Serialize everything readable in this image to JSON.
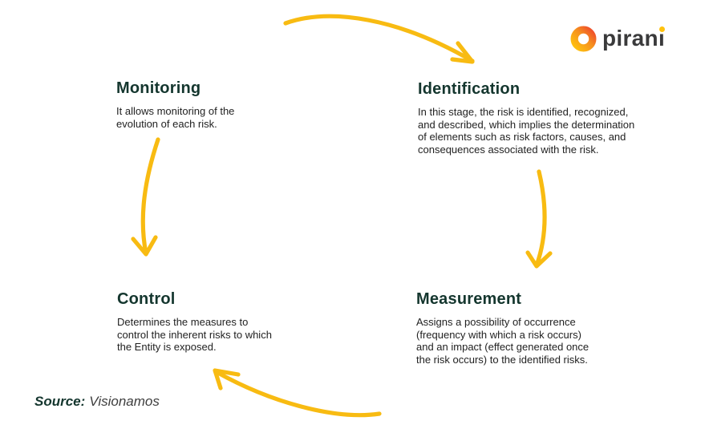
{
  "logo": {
    "wordmark": "pirani",
    "mark_icon": "pirani-ring-logo"
  },
  "stages": [
    {
      "id": "monitoring",
      "title": "Monitoring",
      "body_lines": [
        "It allows monitoring of the",
        "evolution of each risk."
      ]
    },
    {
      "id": "identification",
      "title": "Identification",
      "body_lines": [
        "In this stage, the risk is identified, recognized,",
        "and described, which implies the determination",
        "of elements such as risk factors, causes, and",
        "consequences associated with the risk."
      ]
    },
    {
      "id": "control",
      "title": "Control",
      "body_lines": [
        "Determines the measures to",
        "control the inherent risks to which",
        "the Entity is exposed."
      ]
    },
    {
      "id": "measurement",
      "title": "Measurement",
      "body_lines": [
        "Assigns a possibility of occurrence",
        "(frequency with which a risk occurs)",
        "and an impact (effect generated once",
        "the risk occurs) to the identified risks."
      ]
    }
  ],
  "source": {
    "label": "Source:",
    "value": "Visionamos"
  },
  "colors": {
    "arrow-yellow": "#F8BB12",
    "heading-green": "#14362E",
    "body-text": "#222222",
    "wordmark-gray": "#3A3A3B",
    "logo-yellow": "#FFC20E",
    "logo-orange": "#F6921E",
    "logo-red": "#EF4D2B"
  }
}
